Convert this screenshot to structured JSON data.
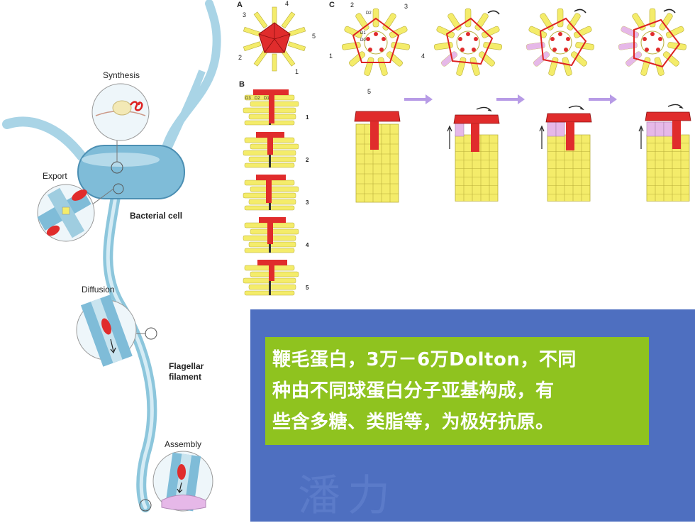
{
  "left_figure": {
    "labels": {
      "synthesis": "Synthesis",
      "export": "Export",
      "bacterial_cell": "Bacterial cell",
      "diffusion": "Diffusion",
      "flagellar": "Flagellar",
      "filament": "filament",
      "assembly": "Assembly"
    }
  },
  "panel_a": {
    "letter": "A",
    "numbers": [
      "1",
      "2",
      "3",
      "4",
      "5"
    ]
  },
  "panel_b": {
    "letter": "B",
    "top_labels": [
      "D3",
      "D2",
      "D1"
    ],
    "steps": [
      "1",
      "2",
      "3",
      "4",
      "5"
    ]
  },
  "panel_c": {
    "letter": "C",
    "numbers": [
      "1",
      "2",
      "3",
      "4",
      "5"
    ],
    "ring_labels": [
      "D2",
      "D1",
      "D0"
    ]
  },
  "text_box": {
    "lines": [
      "鞭毛蛋白，3万－6万Dolton，不同",
      "种由不同球蛋白分子亚基构成，有",
      "些含多糖、类脂等，为极好抗原。"
    ]
  },
  "watermark": "潘力",
  "colors": {
    "panel_blue": "#4e6fc0",
    "text_box_green": "#8fc31f",
    "subunit_yellow": "#f4ec6a",
    "cap_red": "#e02c2c",
    "new_subunit_pink": "#e6b8e8",
    "filament_blue": "#8cc6dc"
  }
}
